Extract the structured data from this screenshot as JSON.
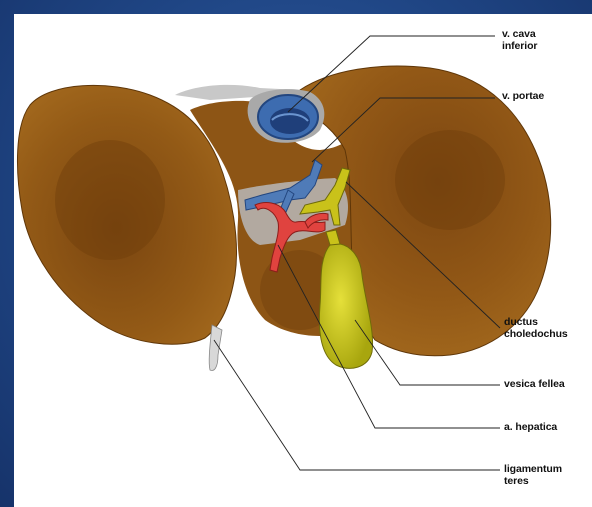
{
  "labels": {
    "vena_cava": [
      "v. cava",
      "inferior"
    ],
    "vena_portae": "v. portae",
    "ductus": [
      "ductus",
      "choledochus"
    ],
    "vesica": "vesica fellea",
    "arteria": "a. hepatica",
    "ligamentum": [
      "ligamentum",
      "teres"
    ]
  },
  "colors": {
    "frame": "#1f4584",
    "liver": "#8a5212",
    "liver_dark": "#5f3608",
    "vein": "#4f7bb8",
    "artery": "#e0433f",
    "bile": "#c9c21a",
    "gallbladder": "#c6c718"
  }
}
